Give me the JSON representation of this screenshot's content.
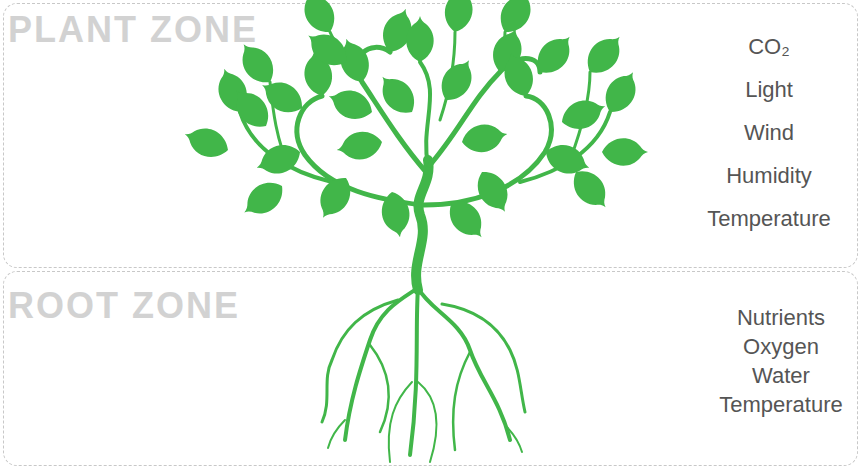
{
  "diagram": {
    "nodes": [
      {
        "text": [
          "PLANT ZONE",
          "CO₂",
          "Light",
          "Wind",
          "Humidity",
          "Temperature"
        ]
      },
      {
        "text": [
          "ROOT ZONE",
          "Nutrients",
          "Oxygen",
          "Water",
          "Temperature"
        ]
      }
    ]
  }
}
